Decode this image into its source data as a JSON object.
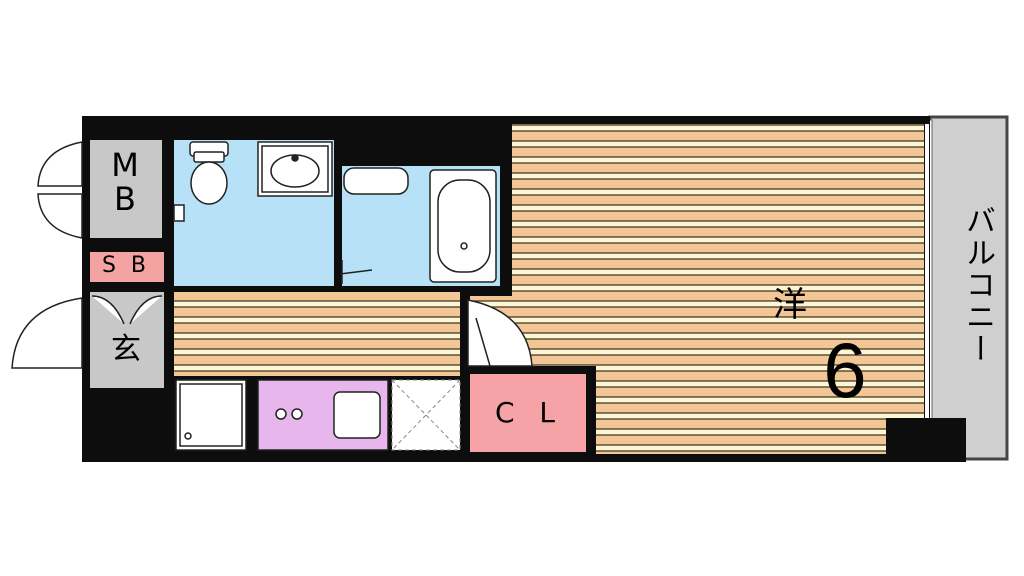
{
  "labels": {
    "mb": "M\nB",
    "sb": "S B",
    "genkan": "玄",
    "cl": "C L",
    "western_room": "洋",
    "room_size": "6",
    "balcony": "バルコニー"
  },
  "colors": {
    "wall": "#0d0d0d",
    "wet_area": "#b7e1f7",
    "floor_stripe_dark": "#f2c795",
    "floor_stripe_light": "#fdf6d4",
    "storage_gray": "#c8c8c8",
    "shoe_box": "#f4a3a3",
    "closet": "#f6a3a8",
    "kitchen": "#e6b6ec",
    "balcony": "#cfcfcf"
  }
}
